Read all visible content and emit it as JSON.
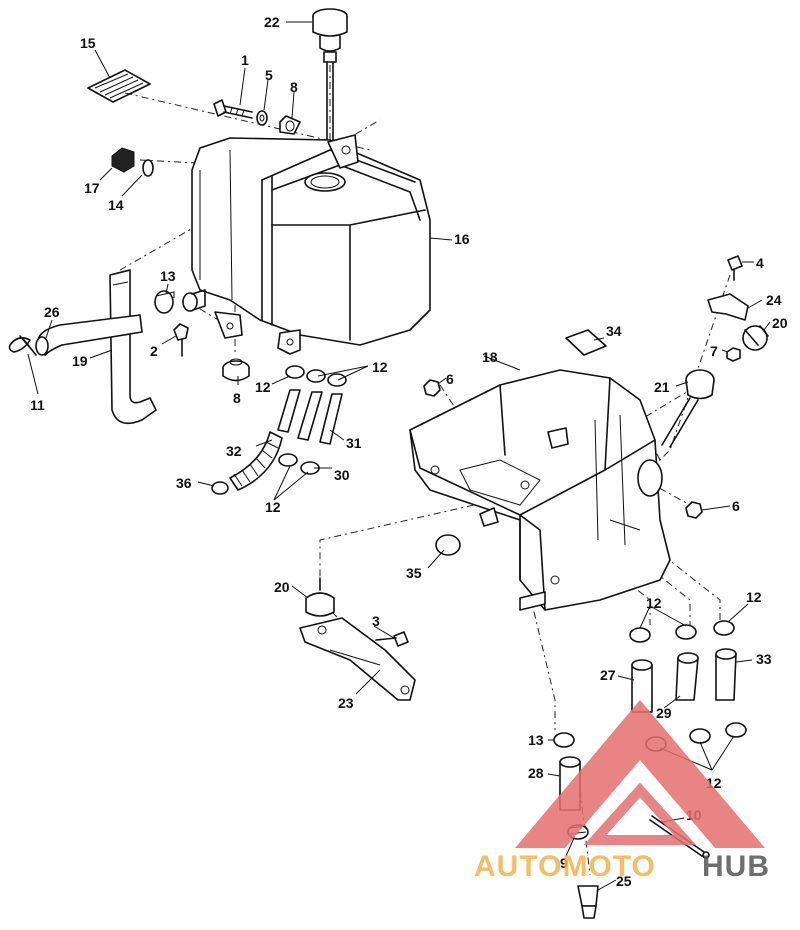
{
  "callouts": {
    "c1": "1",
    "c2": "2",
    "c3": "3",
    "c4": "4",
    "c5": "5",
    "c6a": "6",
    "c6b": "6",
    "c7": "7",
    "c8a": "8",
    "c8b": "8",
    "c9": "9",
    "c10": "10",
    "c11": "11",
    "c12a": "12",
    "c12b": "12",
    "c12c": "12",
    "c12d": "12",
    "c12e": "12",
    "c12f": "12",
    "c13a": "13",
    "c13b": "13",
    "c14": "14",
    "c15": "15",
    "c16": "16",
    "c17": "17",
    "c18": "18",
    "c19": "19",
    "c20a": "20",
    "c20b": "20",
    "c21": "21",
    "c22": "22",
    "c23": "23",
    "c24": "24",
    "c25": "25",
    "c26": "26",
    "c27": "27",
    "c28": "28",
    "c29": "29",
    "c30": "30",
    "c31": "31",
    "c32": "32",
    "c33": "33",
    "c34": "34",
    "c35": "35",
    "c36": "36"
  },
  "watermark": {
    "word_light": "AUTOMOTO",
    "word_dark": "HUB",
    "color_red": "#e46f6f",
    "color_orange": "#f3b24c",
    "color_gray": "#555555"
  }
}
